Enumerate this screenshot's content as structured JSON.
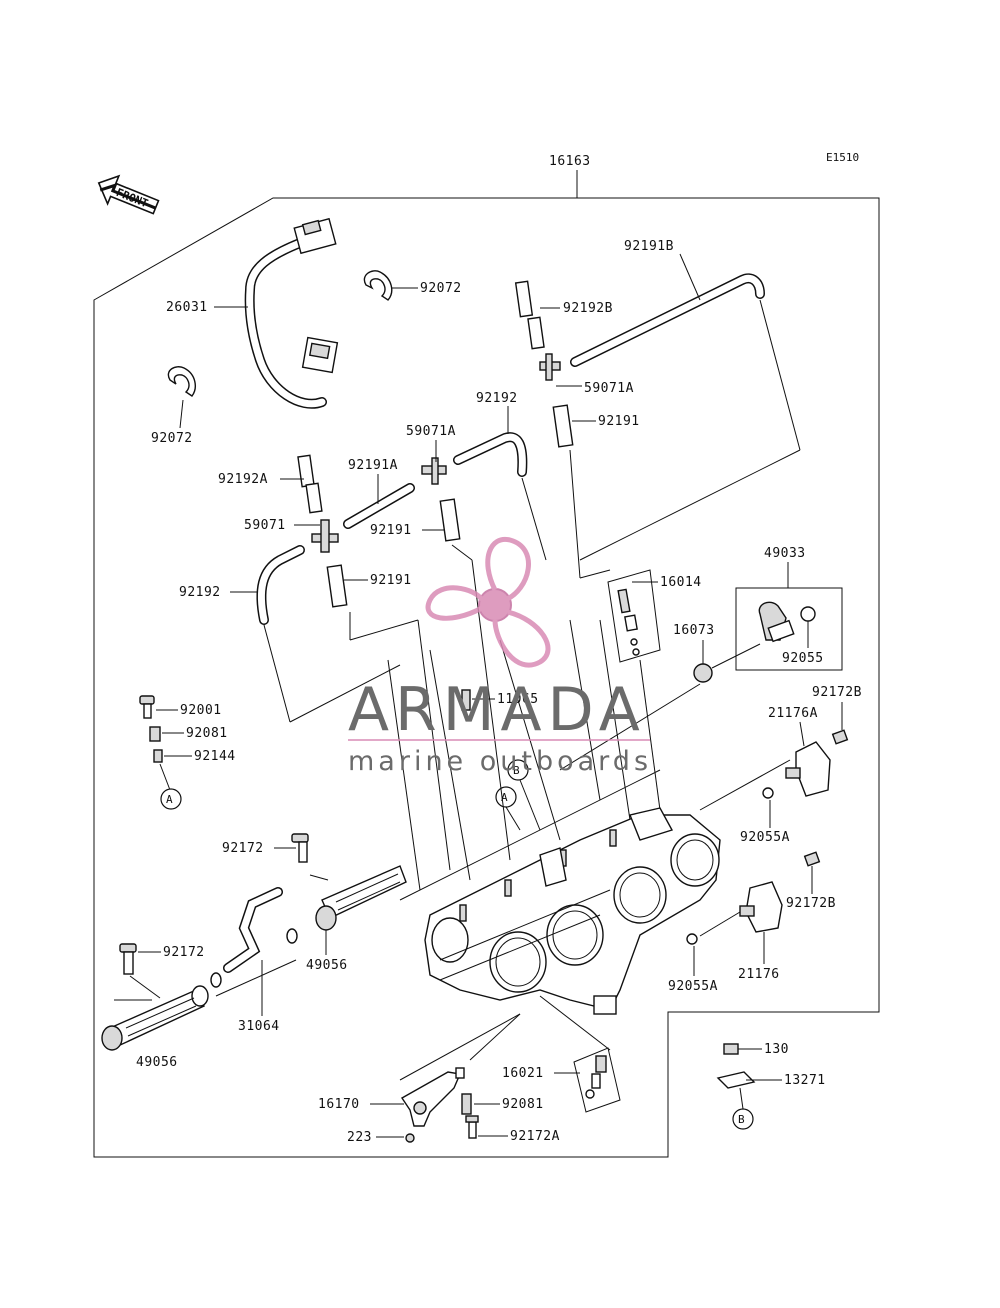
{
  "diagram": {
    "code": "E1510",
    "front_label": "FRONT",
    "assembly_label": "16163",
    "parts": {
      "p26031": "26031",
      "p92072a": "92072",
      "p92072b": "92072",
      "p92191B": "92191B",
      "p92192B": "92192B",
      "p59071A_1": "59071A",
      "p92192_top": "92192",
      "p59071A_2": "59071A",
      "p92191_top": "92191",
      "p92192A": "92192A",
      "p92191A": "92191A",
      "p59071": "59071",
      "p92191_mid": "92191",
      "p92192_left": "92192",
      "p92191_low": "92191",
      "p16014": "16014",
      "p49033": "49033",
      "p16073": "16073",
      "p92055": "92055",
      "p11065": "11065",
      "p92172B_1": "92172B",
      "p21176A": "21176A",
      "p92001": "92001",
      "p92081_l": "92081",
      "p92144": "92144",
      "p92055A_1": "92055A",
      "p92172_top": "92172",
      "p92172B_2": "92172B",
      "p49056_r": "49056",
      "p92172_left": "92172",
      "p21176": "21176",
      "p92055A_2": "92055A",
      "p31064": "31064",
      "p49056_l": "49056",
      "p130": "130",
      "p16021": "16021",
      "p13271": "13271",
      "p16170": "16170",
      "p92081_b": "92081",
      "p223": "223",
      "p92172A": "92172A"
    },
    "refs": {
      "A1": "A",
      "A2": "A",
      "B1": "B",
      "B2": "B"
    }
  },
  "watermark": {
    "brand": "ARMADA",
    "tagline": "marine outboards",
    "color": "#d98bb5"
  }
}
